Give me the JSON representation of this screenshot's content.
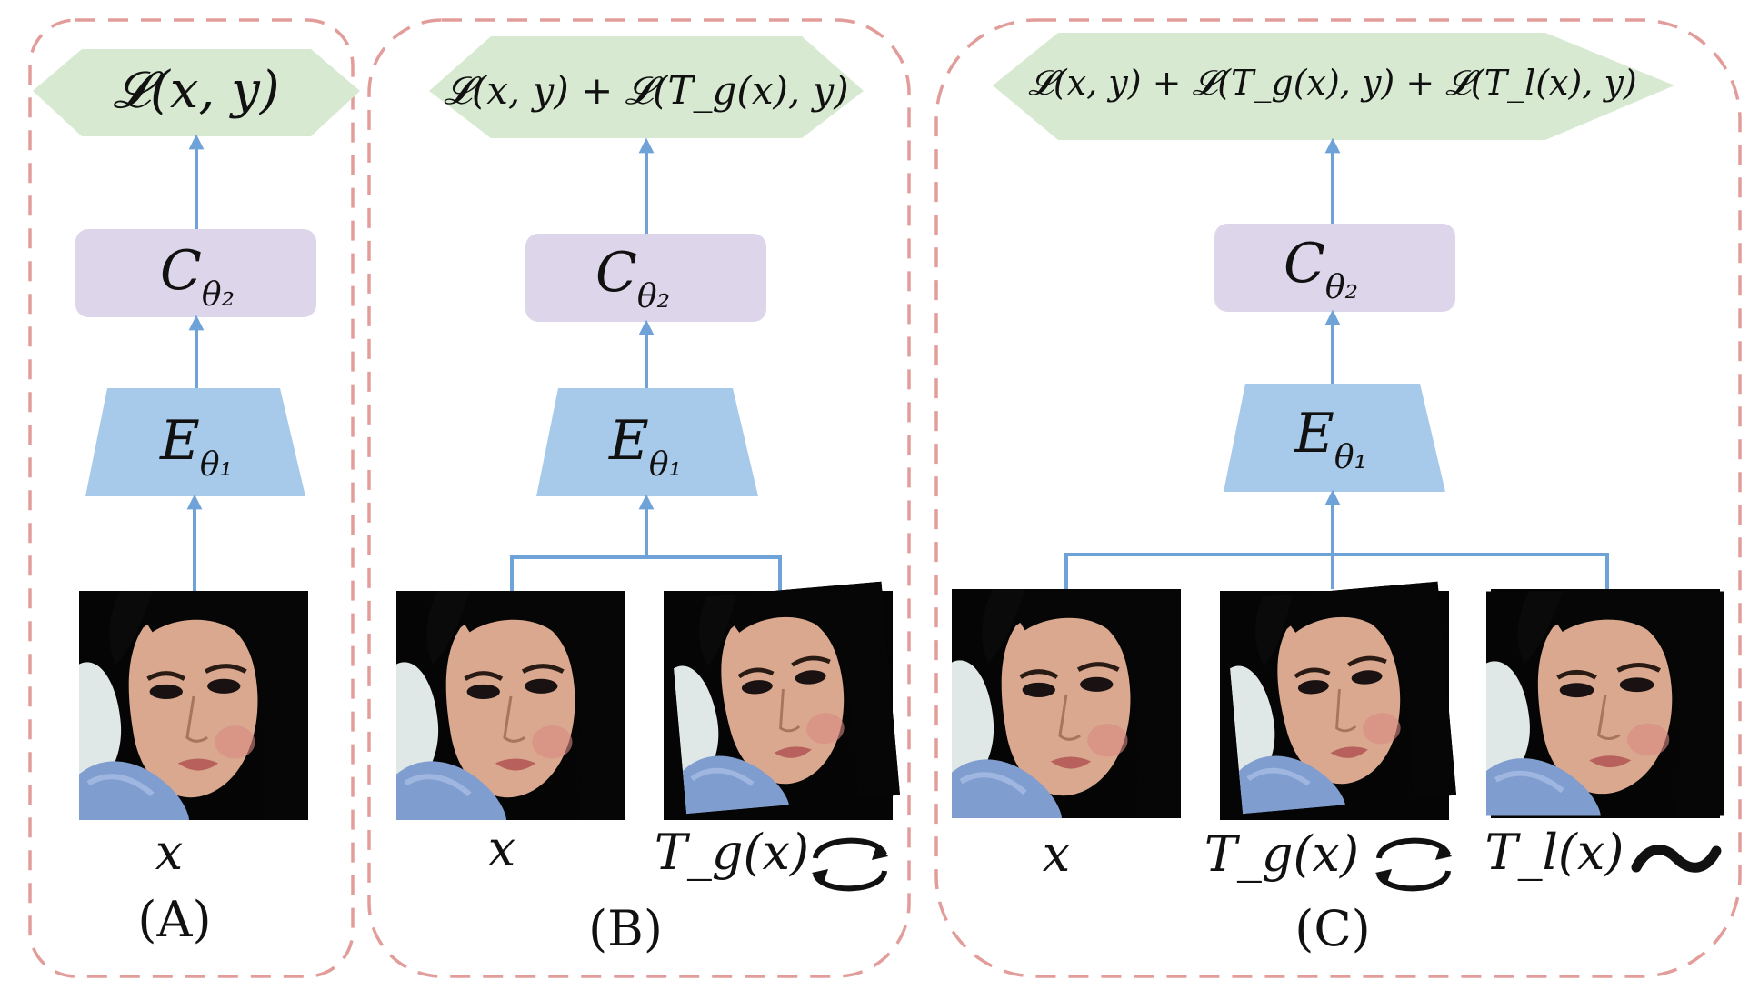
{
  "colors": {
    "panel_border": "#e29d9a",
    "loss_fill": "#d7ead1",
    "classifier_fill": "#ddd6ea",
    "encoder_fill": "#a7c9ea",
    "arrow": "#6fa3d8",
    "text": "#111111"
  },
  "panels": [
    {
      "tag": "(A)",
      "loss": "𝓛(x, y)",
      "classifier": "C",
      "classifier_sub": "θ₂",
      "encoder": "E",
      "encoder_sub": "θ₁",
      "inputs": [
        {
          "label": "x",
          "icon": ""
        }
      ]
    },
    {
      "tag": "(B)",
      "loss": "𝓛(x, y) + 𝓛(T_g(x), y)",
      "classifier": "C",
      "classifier_sub": "θ₂",
      "encoder": "E",
      "encoder_sub": "θ₁",
      "inputs": [
        {
          "label": "x",
          "icon": ""
        },
        {
          "label": "T_g(x)",
          "icon": "rotate-icon"
        }
      ]
    },
    {
      "tag": "(C)",
      "loss": "𝓛(x, y) + 𝓛(T_g(x), y) + 𝓛(T_l(x), y)",
      "classifier": "C",
      "classifier_sub": "θ₂",
      "encoder": "E",
      "encoder_sub": "θ₁",
      "inputs": [
        {
          "label": "x",
          "icon": ""
        },
        {
          "label": "T_g(x)",
          "icon": "rotate-icon"
        },
        {
          "label": "T_l(x)",
          "icon": "wave-icon"
        }
      ]
    }
  ]
}
